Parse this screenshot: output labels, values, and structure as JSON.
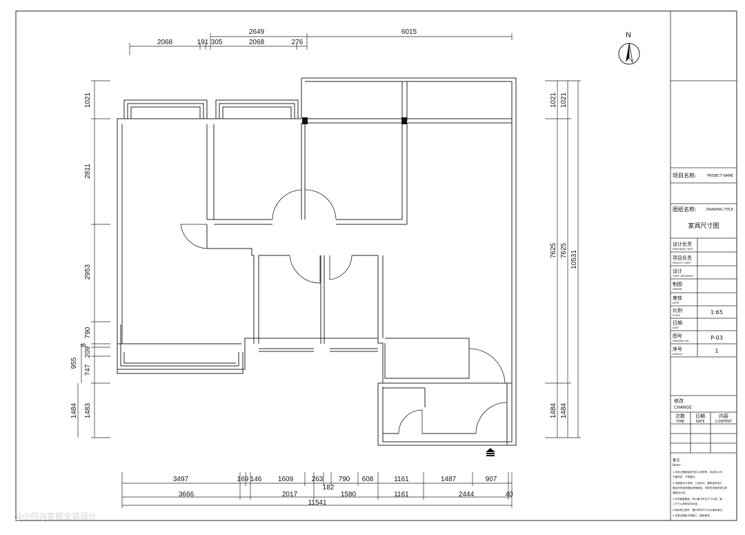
{
  "compass": {
    "label": "N"
  },
  "dims": {
    "top_row1": [
      "2649",
      "6015"
    ],
    "top_row2": [
      "2068",
      "191",
      "305",
      "2068",
      "276"
    ],
    "left": [
      "1021",
      "2811",
      "2953",
      "790",
      "8",
      "209",
      "955",
      "747",
      "1484",
      "1483"
    ],
    "right_a": [
      "1021",
      "7625",
      "1484"
    ],
    "right_b": [
      "1021",
      "7625",
      "1484"
    ],
    "right_total": "10531",
    "bottom_row1": [
      "3497",
      "169",
      "146",
      "1609",
      "263",
      "790",
      "608",
      "1161",
      "1487",
      "907"
    ],
    "bottom_row2": [
      "3666",
      "2017",
      "182",
      "1580",
      "1161",
      "2444",
      "40"
    ],
    "bottom_total": "11541"
  },
  "title_block": {
    "project_name_label": "项目名称:",
    "project_name_en": "PROJECT NAME",
    "drawing_title_label": "图纸名称:",
    "drawing_title_en": "DRAWING TITLE",
    "drawing_title_value": "家具尺寸图",
    "rows": [
      {
        "label": "设计负责",
        "en": "DESIGNER CHIEF",
        "value": ""
      },
      {
        "label": "项目负责",
        "en": "PROJECT CHIEF",
        "value": ""
      },
      {
        "label": "设计",
        "en": "CHIEF DESIGNED",
        "value": ""
      },
      {
        "label": "制图",
        "en": "DRAWN",
        "value": ""
      },
      {
        "label": "审核",
        "en": "APPR.",
        "value": ""
      },
      {
        "label": "比例",
        "en": "SCALE",
        "value": "1:65"
      },
      {
        "label": "日期",
        "en": "DATE",
        "value": ""
      },
      {
        "label": "图号",
        "en": "DRAWING NO.",
        "value": "P-03"
      },
      {
        "label": "序号",
        "en": "Number.",
        "value": "1"
      }
    ],
    "change_label": "修改",
    "change_en": "CHANGE",
    "change_cols": [
      {
        "cn": "次数",
        "en": "TIME"
      },
      {
        "cn": "日期",
        "en": "DATE"
      },
      {
        "cn": "内容",
        "en": "CONTENT"
      }
    ],
    "notes_label": "备注:",
    "notes_en": "Notes",
    "notes": [
      "1.本设计图纸版权归本公司所有，未经本公司",
      "书面同意，不得复印。",
      "2.本图纸仅与说明，工地状况，建筑结构设计",
      "图及所有相关图纸参照使用，发现任何差异请立即",
      "通知设计师。",
      "3.切勿量度图纸，所以图中所注尺寸为准，施",
      "工尺寸以现场实测为准。",
      "4.除特别注明外，图中所有尺寸均为毫米单位。",
      "5.未提出图纸不得施工，图纸更改。"
    ]
  },
  "watermark": "@小伺@客姐全装设计"
}
